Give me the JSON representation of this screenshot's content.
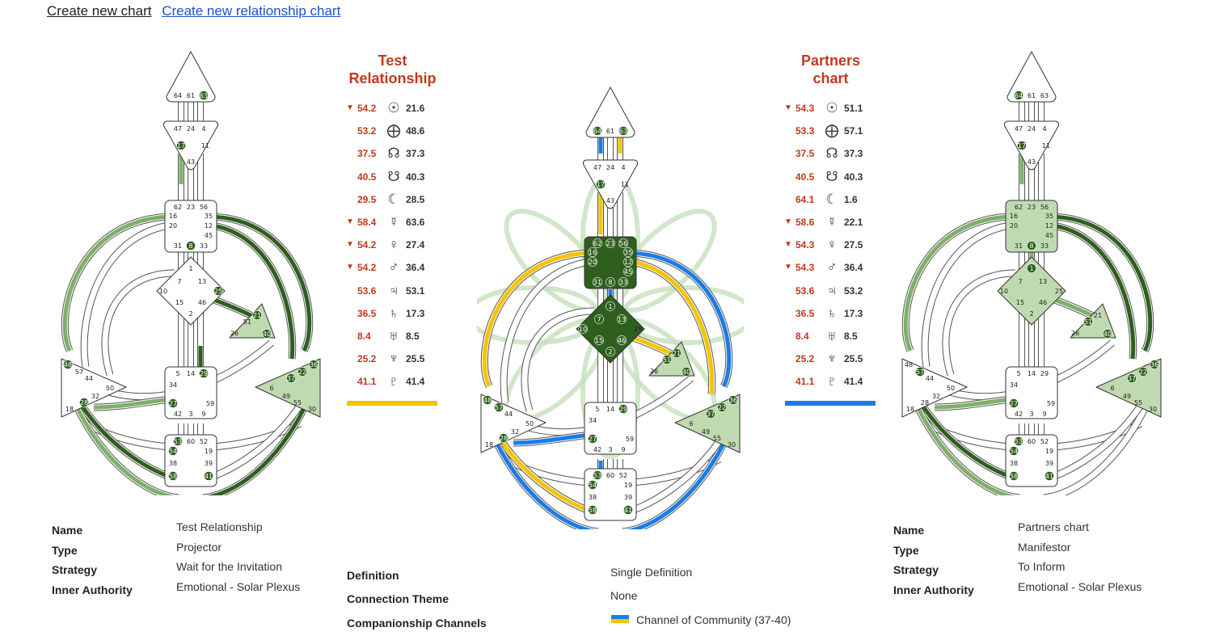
{
  "links": {
    "create_chart": "Create new chart",
    "create_relationship": "Create new relationship chart"
  },
  "left": {
    "title": "Test Relationship",
    "planets": [
      {
        "arrow": "▼",
        "design": "54.2",
        "symbol": "☉",
        "personality": "21.6"
      },
      {
        "arrow": "",
        "design": "53.2",
        "symbol": "⨁",
        "personality": "48.6"
      },
      {
        "arrow": "",
        "design": "37.5",
        "symbol": "☊",
        "personality": "37.3"
      },
      {
        "arrow": "",
        "design": "40.5",
        "symbol": "☋",
        "personality": "40.3"
      },
      {
        "arrow": "",
        "design": "29.5",
        "symbol": "☾",
        "personality": "28.5"
      },
      {
        "arrow": "▼",
        "design": "58.4",
        "symbol": "☿",
        "personality": "63.6"
      },
      {
        "arrow": "▼",
        "design": "54.2",
        "symbol": "♀",
        "personality": "27.4"
      },
      {
        "arrow": "▼",
        "design": "54.2",
        "symbol": "♂",
        "personality": "36.4"
      },
      {
        "arrow": "",
        "design": "53.6",
        "symbol": "♃",
        "personality": "53.1"
      },
      {
        "arrow": "",
        "design": "36.5",
        "symbol": "♄",
        "personality": "17.3"
      },
      {
        "arrow": "",
        "design": "8.4",
        "symbol": "♅",
        "personality": "8.5"
      },
      {
        "arrow": "",
        "design": "25.2",
        "symbol": "♆",
        "personality": "25.5"
      },
      {
        "arrow": "",
        "design": "41.1",
        "symbol": "♇",
        "personality": "41.4"
      }
    ],
    "bar_color": "#f5c400",
    "info": {
      "labels": [
        "Name",
        "Type",
        "Strategy",
        "Inner Authority"
      ],
      "values": [
        "Test Relationship",
        "Projector",
        "Wait for the Invitation",
        "Emotional - Solar Plexus"
      ]
    }
  },
  "right": {
    "title": "Partners chart",
    "planets": [
      {
        "arrow": "▼",
        "design": "54.3",
        "symbol": "☉",
        "personality": "51.1"
      },
      {
        "arrow": "",
        "design": "53.3",
        "symbol": "⨁",
        "personality": "57.1"
      },
      {
        "arrow": "",
        "design": "37.5",
        "symbol": "☊",
        "personality": "37.3"
      },
      {
        "arrow": "",
        "design": "40.5",
        "symbol": "☋",
        "personality": "40.3"
      },
      {
        "arrow": "",
        "design": "64.1",
        "symbol": "☾",
        "personality": "1.6"
      },
      {
        "arrow": "▼",
        "design": "58.6",
        "symbol": "☿",
        "personality": "22.1"
      },
      {
        "arrow": "▼",
        "design": "54.3",
        "symbol": "♀",
        "personality": "27.5"
      },
      {
        "arrow": "▼",
        "design": "54.3",
        "symbol": "♂",
        "personality": "36.4"
      },
      {
        "arrow": "",
        "design": "53.6",
        "symbol": "♃",
        "personality": "53.2"
      },
      {
        "arrow": "",
        "design": "36.5",
        "symbol": "♄",
        "personality": "17.3"
      },
      {
        "arrow": "",
        "design": "8.4",
        "symbol": "♅",
        "personality": "8.5"
      },
      {
        "arrow": "",
        "design": "25.2",
        "symbol": "♆",
        "personality": "25.5"
      },
      {
        "arrow": "",
        "design": "41.1",
        "symbol": "♇",
        "personality": "41.4"
      }
    ],
    "bar_color": "#1a7ce6",
    "info": {
      "labels": [
        "Name",
        "Type",
        "Strategy",
        "Inner Authority"
      ],
      "values": [
        "Partners chart",
        "Manifestor",
        "To Inform",
        "Emotional - Solar Plexus"
      ]
    }
  },
  "composite": {
    "labels": [
      "Definition",
      "Connection Theme",
      "Companionship Channels"
    ],
    "values": [
      "Single Definition",
      "None",
      "Channel of Community (37-40)"
    ]
  },
  "colors": {
    "defined": "#2f5f1e",
    "light": "#bfdab0",
    "mid": "#7fb06a",
    "yellow": "#f5c400",
    "blue": "#1a7ce6",
    "title": "#c03a1c"
  },
  "gates": {
    "head": [
      "64",
      "61",
      "63"
    ],
    "ajna": [
      "47",
      "24",
      "4",
      "17",
      "11",
      "43"
    ],
    "throat": [
      "62",
      "23",
      "56",
      "16",
      "35",
      "20",
      "12",
      "45",
      "31",
      "8",
      "33"
    ],
    "g": [
      "1",
      "7",
      "13",
      "10",
      "25",
      "15",
      "46",
      "2"
    ],
    "ego": [
      "21",
      "51",
      "26",
      "40"
    ],
    "sacral": [
      "5",
      "14",
      "29",
      "34",
      "27",
      "59",
      "42",
      "3",
      "9"
    ],
    "root": [
      "53",
      "60",
      "52",
      "54",
      "19",
      "38",
      "39",
      "58",
      "41"
    ],
    "spleen": [
      "48",
      "57",
      "44",
      "50",
      "32",
      "28",
      "18"
    ],
    "solar": [
      "36",
      "22",
      "37",
      "6",
      "49",
      "55",
      "30"
    ]
  }
}
